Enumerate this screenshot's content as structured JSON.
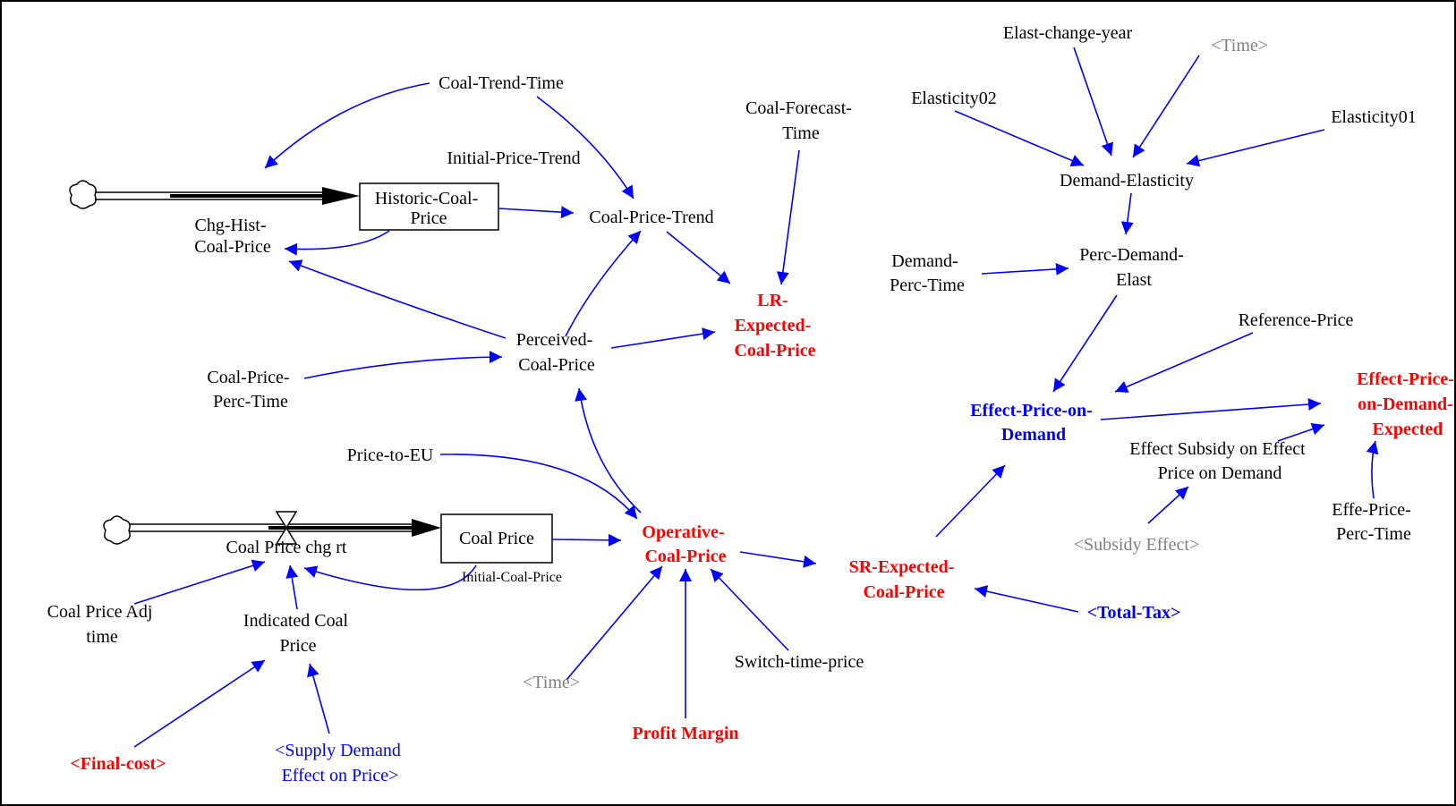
{
  "diagram": {
    "stocks": {
      "historic_coal_price": [
        "Historic-Coal-",
        "Price"
      ],
      "coal_price": [
        "Coal Price"
      ]
    },
    "flows": {
      "chg_hist_coal_price": [
        "Chg-Hist-",
        "Coal-Price"
      ],
      "coal_price_chg_rt": [
        "Coal Price chg rt"
      ]
    },
    "variables": {
      "coal_trend_time": [
        "Coal-Trend-Time"
      ],
      "initial_price_trend": [
        "Initial-Price-Trend"
      ],
      "coal_price_trend": [
        "Coal-Price-Trend"
      ],
      "coal_forecast_time": [
        "Coal-Forecast-",
        "Time"
      ],
      "lr_expected_coal_price": [
        "LR-",
        "Expected-",
        "Coal-Price"
      ],
      "perceived_coal_price": [
        "Perceived-",
        "Coal-Price"
      ],
      "coal_price_perc_time": [
        "Coal-Price-",
        "Perc-Time"
      ],
      "price_to_eu": [
        "Price-to-EU"
      ],
      "operative_coal_price": [
        "Operative-",
        "Coal-Price"
      ],
      "initial_coal_price": [
        "Initial-Coal-Price"
      ],
      "coal_price_adj_time": [
        "Coal Price Adj",
        "time"
      ],
      "indicated_coal_price": [
        "Indicated Coal",
        "Price"
      ],
      "final_cost": [
        "<Final-cost>"
      ],
      "supply_demand_effect": [
        "<Supply Demand",
        "Effect on Price>"
      ],
      "time_bottom": [
        "<Time>"
      ],
      "profit_margin": [
        "Profit Margin"
      ],
      "switch_time_price": [
        "Switch-time-price"
      ],
      "sr_expected_coal_price": [
        "SR-Expected-",
        "Coal-Price"
      ],
      "total_tax": [
        "<Total-Tax>"
      ],
      "elast_change_year": [
        "Elast-change-year"
      ],
      "time_top": [
        "<Time>"
      ],
      "elasticity02": [
        "Elasticity02"
      ],
      "elasticity01": [
        "Elasticity01"
      ],
      "demand_elasticity": [
        "Demand-Elasticity"
      ],
      "demand_perc_time": [
        "Demand-",
        "Perc-Time"
      ],
      "perc_demand_elast": [
        "Perc-Demand-",
        "Elast"
      ],
      "reference_price": [
        "Reference-Price"
      ],
      "effect_price_on_demand": [
        "Effect-Price-on-",
        "Demand"
      ],
      "effect_price_on_demand_expected": [
        "Effect-Price-",
        "on-Demand-",
        "Expected"
      ],
      "effect_subsidy": [
        "Effect Subsidy on Effect",
        "Price on Demand"
      ],
      "subsidy_effect": [
        "<Subsidy Effect>"
      ],
      "effe_price_perc_time": [
        "Effe-Price-",
        "Perc-Time"
      ]
    },
    "colors": {
      "link": "#0000ff",
      "key_variable": "#ff0000",
      "shadow_variable": "#808080",
      "stock_border": "#000000"
    },
    "icons": [
      "cloud-source-icon",
      "valve-icon",
      "flow-arrow-icon"
    ]
  }
}
